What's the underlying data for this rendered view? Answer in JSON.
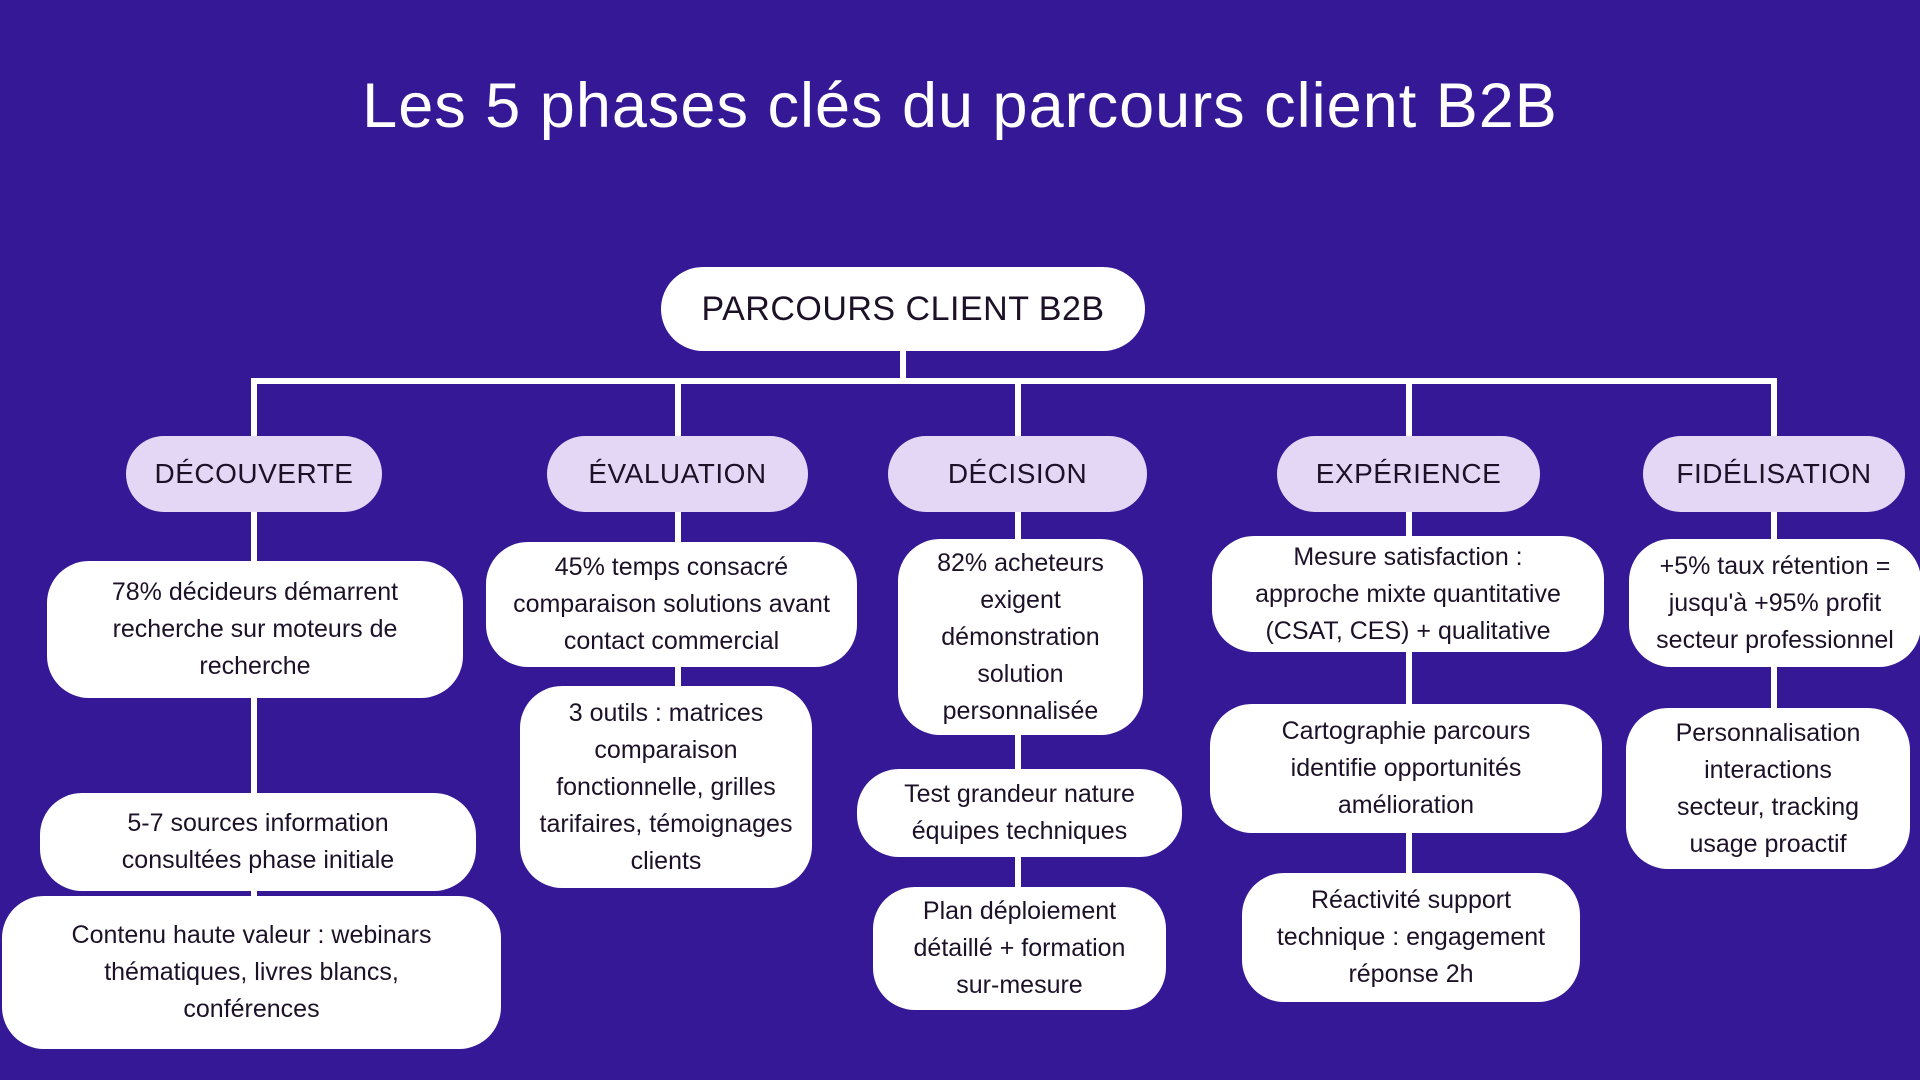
{
  "title": "Les 5 phases clés du parcours client B2B",
  "root_label": "PARCOURS CLIENT B2B",
  "colors": {
    "background": "#351896",
    "node_fill": "#FFFFFF",
    "phase_fill": "#E4D7F6",
    "connector": "#FFFFFF",
    "node_text": "#1D1128",
    "title_text": "#FFFFFF"
  },
  "branches": [
    {
      "label": "DÉCOUVERTE",
      "children": [
        "78% décideurs démarrent\nrecherche sur moteurs de\nrecherche",
        "5-7 sources information\nconsultées phase initiale",
        "Contenu haute valeur : webinars\nthématiques, livres blancs,\nconférences"
      ]
    },
    {
      "label": "ÉVALUATION",
      "children": [
        "45% temps consacré\ncomparaison solutions avant\ncontact commercial",
        "3 outils : matrices\ncomparaison\nfonctionnelle, grilles\ntarifaires, témoignages\nclients"
      ]
    },
    {
      "label": "DÉCISION",
      "children": [
        "82% acheteurs\nexigent\ndémonstration\nsolution\npersonnalisée",
        "Test grandeur nature\néquipes techniques",
        "Plan déploiement\ndétaillé + formation\nsur-mesure"
      ]
    },
    {
      "label": "EXPÉRIENCE",
      "children": [
        "Mesure satisfaction :\napproche mixte quantitative\n(CSAT, CES) + qualitative",
        "Cartographie parcours\nidentifie opportunités\namélioration",
        "Réactivité support\ntechnique : engagement\nréponse 2h"
      ]
    },
    {
      "label": "FIDÉLISATION",
      "children": [
        "+5% taux rétention =\njusqu'à +95% profit\nsecteur professionnel",
        "Personnalisation\ninteractions\nsecteur, tracking\nusage proactif"
      ]
    }
  ]
}
